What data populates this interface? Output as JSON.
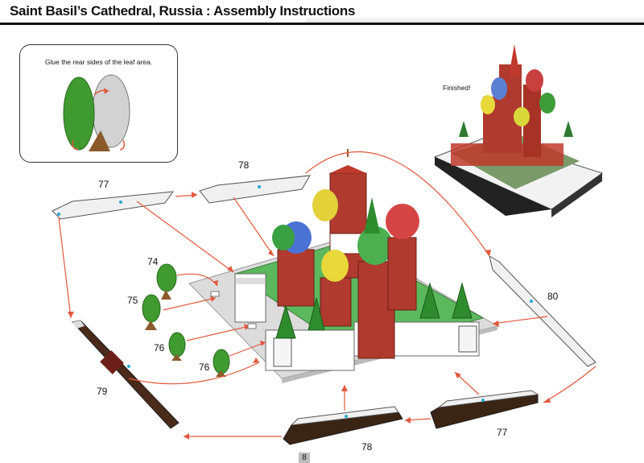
{
  "header": {
    "title": "Saint Basil’s Cathedral, Russia : Assembly Instructions"
  },
  "inset": {
    "caption": "Glue the rear sides of the leaf area."
  },
  "finished_label": "Finished!",
  "parts": {
    "p77_top": "77",
    "p78_top": "78",
    "p74": "74",
    "p75": "75",
    "p76_a": "76",
    "p76_b": "76",
    "p80": "80",
    "p79": "79",
    "p78_bottom": "78",
    "p77_bottom": "77"
  },
  "page_number": "8"
}
